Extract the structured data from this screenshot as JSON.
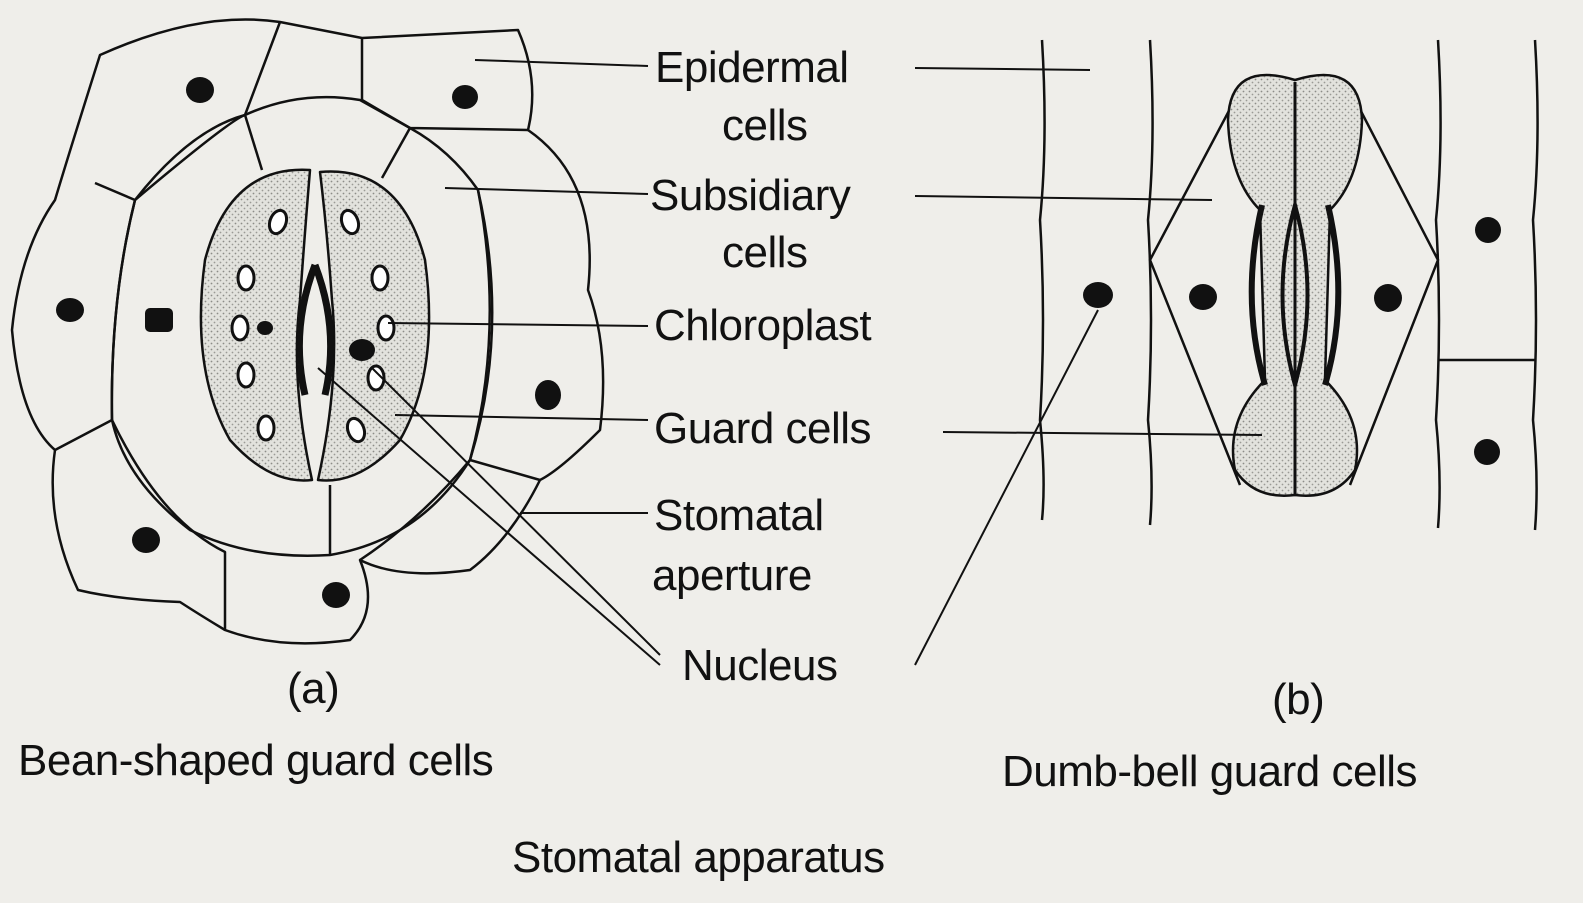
{
  "diagram": {
    "title": "Stomatal apparatus",
    "panel_a": {
      "letter": "(a)",
      "caption": "Bean-shaped guard cells"
    },
    "panel_b": {
      "letter": "(b)",
      "caption": "Dumb-bell guard cells"
    },
    "labels": {
      "epidermal_line1": "Epidermal",
      "epidermal_line2": "cells",
      "subsidiary_line1": "Subsidiary",
      "subsidiary_line2": "cells",
      "chloroplast": "Chloroplast",
      "guard_cells": "Guard cells",
      "stomatal_line1": "Stomatal",
      "stomatal_line2": "aperture",
      "nucleus": "Nucleus"
    }
  }
}
